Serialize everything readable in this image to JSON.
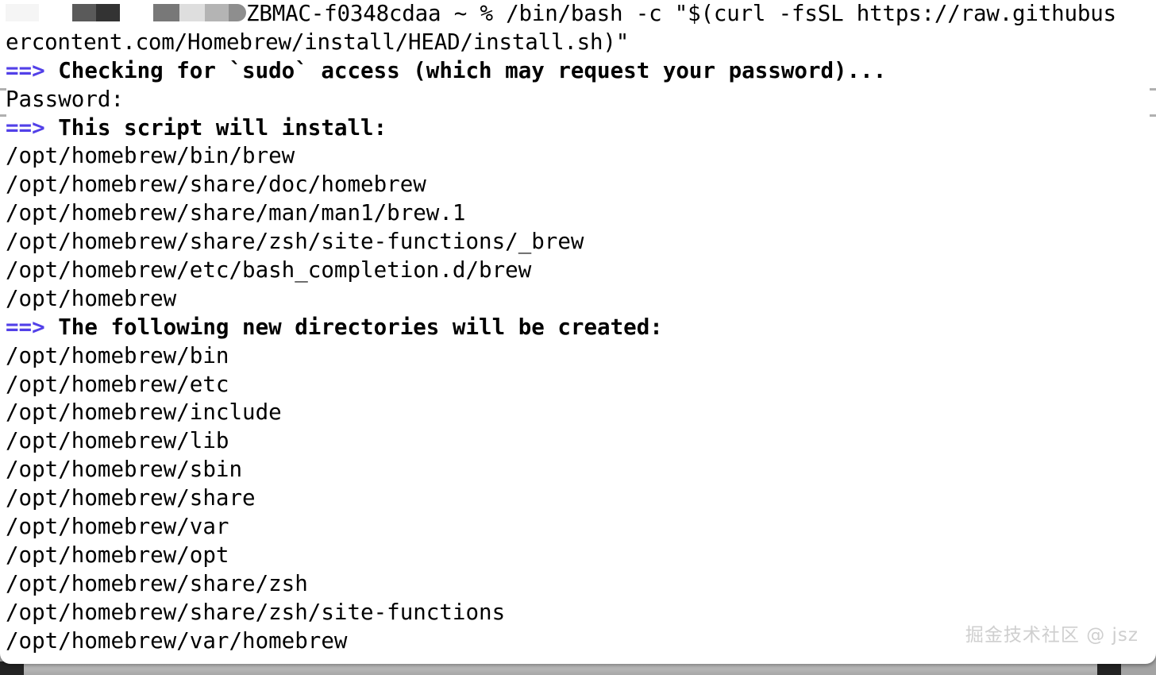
{
  "window": {
    "title": "Terminal",
    "shell": "zsh"
  },
  "terminal": {
    "prompt": {
      "redacted_user_label": "",
      "hostname": "ZBMAC-f0348cdaa",
      "cwd": "~",
      "symbol": "%",
      "command_part1": " /bin/bash -c \"$(curl -fsSL https://raw.githubus",
      "command_part2": "ercontent.com/Homebrew/install/HEAD/install.sh)\""
    },
    "lines": [
      {
        "arrow": "==>",
        "text": " Checking for `sudo` access (which may request your password)..."
      },
      {
        "arrow": "",
        "text": "Password:"
      },
      {
        "arrow": "==>",
        "text": " This script will install:"
      },
      {
        "arrow": "",
        "text": "/opt/homebrew/bin/brew"
      },
      {
        "arrow": "",
        "text": "/opt/homebrew/share/doc/homebrew"
      },
      {
        "arrow": "",
        "text": "/opt/homebrew/share/man/man1/brew.1"
      },
      {
        "arrow": "",
        "text": "/opt/homebrew/share/zsh/site-functions/_brew"
      },
      {
        "arrow": "",
        "text": "/opt/homebrew/etc/bash_completion.d/brew"
      },
      {
        "arrow": "",
        "text": "/opt/homebrew"
      },
      {
        "arrow": "==>",
        "text": " The following new directories will be created:"
      },
      {
        "arrow": "",
        "text": "/opt/homebrew/bin"
      },
      {
        "arrow": "",
        "text": "/opt/homebrew/etc"
      },
      {
        "arrow": "",
        "text": "/opt/homebrew/include"
      },
      {
        "arrow": "",
        "text": "/opt/homebrew/lib"
      },
      {
        "arrow": "",
        "text": "/opt/homebrew/sbin"
      },
      {
        "arrow": "",
        "text": "/opt/homebrew/share"
      },
      {
        "arrow": "",
        "text": "/opt/homebrew/var"
      },
      {
        "arrow": "",
        "text": "/opt/homebrew/opt"
      },
      {
        "arrow": "",
        "text": "/opt/homebrew/share/zsh"
      },
      {
        "arrow": "",
        "text": "/opt/homebrew/share/zsh/site-functions"
      },
      {
        "arrow": "",
        "text": "/opt/homebrew/var/homebrew"
      }
    ]
  },
  "watermark": {
    "text": "掘金技术社区 @ jsz"
  },
  "colors": {
    "arrow_accent": "#5240e8",
    "text": "#000000",
    "background": "#ffffff",
    "selection_bracket": "#b0b0b0",
    "watermark": "#cfcfcf",
    "desktop": "#a9a9a9"
  }
}
